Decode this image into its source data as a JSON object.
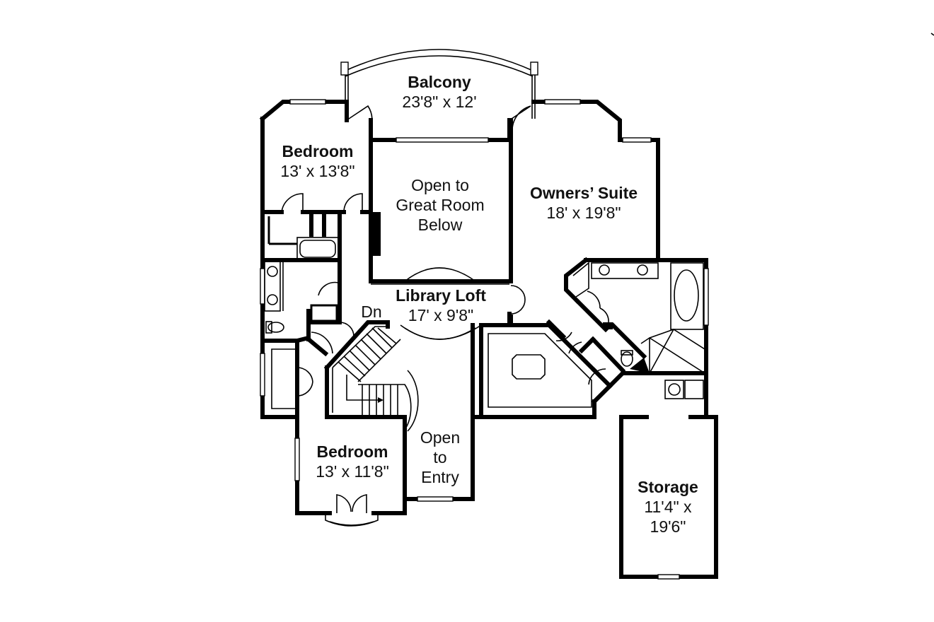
{
  "rooms": {
    "balcony": {
      "name": "Balcony",
      "dims": "23'8\" x 12'"
    },
    "bedroom_top": {
      "name": "Bedroom",
      "dims": "13' x 13'8\""
    },
    "owners_suite": {
      "name": "Owners’ Suite",
      "dims": "18' x 19'8\""
    },
    "library_loft": {
      "name": "Library Loft",
      "dims": "17' x 9'8\""
    },
    "bedroom_bottom": {
      "name": "Bedroom",
      "dims": "13' x 11'8\""
    },
    "storage": {
      "name": "Storage",
      "dims_line1": "11'4\" x",
      "dims_line2": "19'6\""
    }
  },
  "notes": {
    "open_great_room": {
      "line1": "Open to",
      "line2": "Great Room",
      "line3": "Below"
    },
    "open_entry": {
      "line1": "Open",
      "line2": "to",
      "line3": "Entry"
    },
    "stair_down": "Dn"
  }
}
